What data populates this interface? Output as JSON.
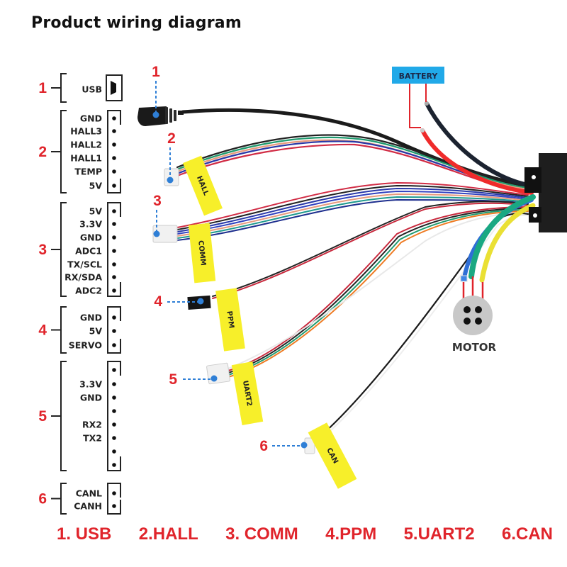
{
  "title": "Product wiring diagram",
  "colors": {
    "accent_red": "#e0242b",
    "callout_blue": "#2f7fd6",
    "tag_yellow": "#f7ef2a",
    "battery_label_bg": "#21a9e8",
    "motor_gray": "#c8c8c8"
  },
  "pinout_groups": [
    {
      "number": "1",
      "connector_icon": "usb-port-icon",
      "pins": [
        "USB"
      ]
    },
    {
      "number": "2",
      "pins": [
        "GND",
        "HALL3",
        "HALL2",
        "HALL1",
        "TEMP",
        "5V"
      ]
    },
    {
      "number": "3",
      "pins": [
        "5V",
        "3.3V",
        "GND",
        "ADC1",
        "TX/SCL",
        "RX/SDA",
        "ADC2"
      ]
    },
    {
      "number": "4",
      "pins": [
        "GND",
        "5V",
        "SERVO"
      ]
    },
    {
      "number": "5",
      "pins": [
        "",
        "3.3V",
        "GND",
        "",
        "RX2",
        "TX2",
        "",
        ""
      ]
    },
    {
      "number": "6",
      "pins": [
        "CANL",
        "CANH"
      ]
    }
  ],
  "callouts": [
    {
      "number": "1"
    },
    {
      "number": "2"
    },
    {
      "number": "3"
    },
    {
      "number": "4"
    },
    {
      "number": "5"
    },
    {
      "number": "6"
    }
  ],
  "cable_tags": [
    "HALL",
    "COMM",
    "PPM",
    "UART2",
    "CAN"
  ],
  "battery_label": "BATTERY",
  "motor_label": "MOTOR",
  "legend": [
    "1. USB",
    "2.HALL",
    "3. COMM",
    "4.PPM",
    "5.UART2",
    "6.CAN"
  ]
}
